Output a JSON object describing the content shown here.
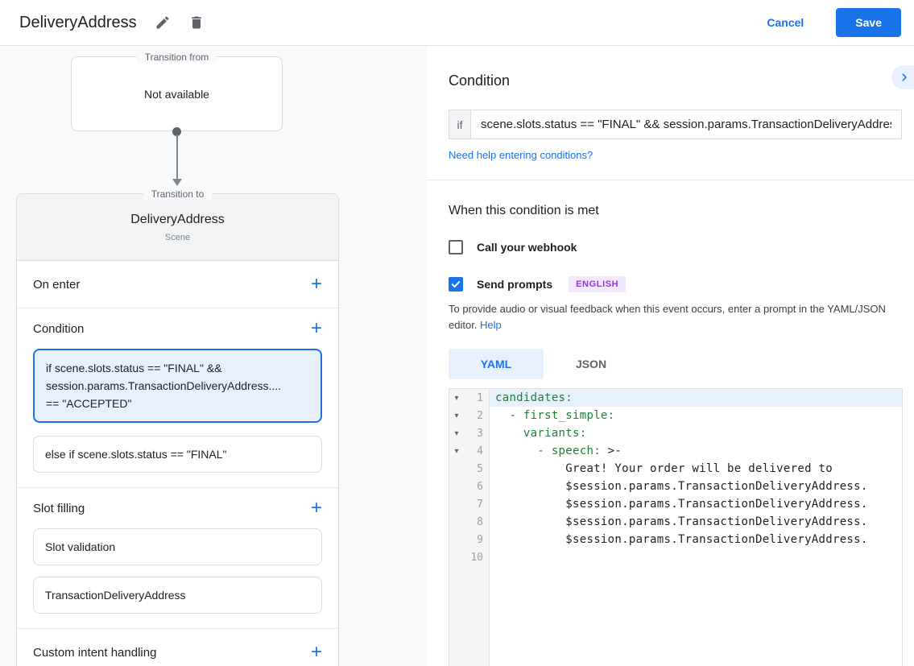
{
  "header": {
    "title": "DeliveryAddress",
    "cancel_label": "Cancel",
    "save_label": "Save"
  },
  "flow": {
    "transition_from": {
      "label": "Transition from",
      "value": "Not available"
    },
    "transition_to": {
      "label": "Transition to",
      "scene_name": "DeliveryAddress",
      "scene_type": "Scene",
      "on_enter_label": "On enter",
      "condition_label": "Condition",
      "conditions": [
        {
          "text": "if scene.slots.status == \"FINAL\" &&\nsession.params.TransactionDeliveryAddress....\n== \"ACCEPTED\"",
          "selected": true
        },
        {
          "text": "else if scene.slots.status == \"FINAL\"",
          "selected": false
        }
      ],
      "slot_filling_label": "Slot filling",
      "slots": [
        "Slot validation",
        "TransactionDeliveryAddress"
      ],
      "custom_intent_label": "Custom intent handling"
    }
  },
  "condition_panel": {
    "title": "Condition",
    "if_label": "if",
    "if_value": "scene.slots.status == \"FINAL\" && session.params.TransactionDeliveryAddress",
    "help_link": "Need help entering conditions?"
  },
  "when_met": {
    "title": "When this condition is met",
    "webhook": {
      "label": "Call your webhook",
      "checked": false
    },
    "send_prompts": {
      "label": "Send prompts",
      "checked": true,
      "badge": "ENGLISH"
    },
    "description": "To provide audio or visual feedback when this event occurs, enter a prompt in the YAML/JSON editor.",
    "help_label": "Help",
    "tabs": [
      {
        "label": "YAML",
        "active": true
      },
      {
        "label": "JSON",
        "active": false
      }
    ],
    "editor": {
      "lines": [
        {
          "num": "1",
          "fold": true,
          "highlight": true,
          "segments": [
            {
              "text": "candidates:",
              "type": "key"
            }
          ]
        },
        {
          "num": "2",
          "fold": true,
          "segments": [
            {
              "text": "  - first_simple:",
              "type": "key"
            }
          ]
        },
        {
          "num": "3",
          "fold": true,
          "segments": [
            {
              "text": "    variants:",
              "type": "key"
            }
          ]
        },
        {
          "num": "4",
          "fold": true,
          "segments": [
            {
              "text": "      - speech:",
              "type": "key"
            },
            {
              "text": " >-",
              "type": "plain"
            }
          ]
        },
        {
          "num": "5",
          "segments": [
            {
              "text": "          Great! Your order will be delivered to",
              "type": "plain"
            }
          ]
        },
        {
          "num": "6",
          "segments": [
            {
              "text": "          $session.params.TransactionDeliveryAddress.",
              "type": "plain"
            }
          ]
        },
        {
          "num": "7",
          "segments": [
            {
              "text": "          $session.params.TransactionDeliveryAddress.",
              "type": "plain"
            }
          ]
        },
        {
          "num": "8",
          "segments": [
            {
              "text": "          $session.params.TransactionDeliveryAddress.",
              "type": "plain"
            }
          ]
        },
        {
          "num": "9",
          "segments": [
            {
              "text": "          $session.params.TransactionDeliveryAddress.",
              "type": "plain"
            }
          ]
        },
        {
          "num": "10",
          "segments": []
        }
      ]
    }
  },
  "colors": {
    "accent_blue": "#1a73e8",
    "selected_condition_bg": "#e8f0fe",
    "selected_condition_border": "#1a73e8",
    "badge_purple_text": "#9334e6",
    "badge_purple_bg": "#f3e8fd",
    "code_key_green": "#188038",
    "line_highlight": "#e8f1fb"
  }
}
